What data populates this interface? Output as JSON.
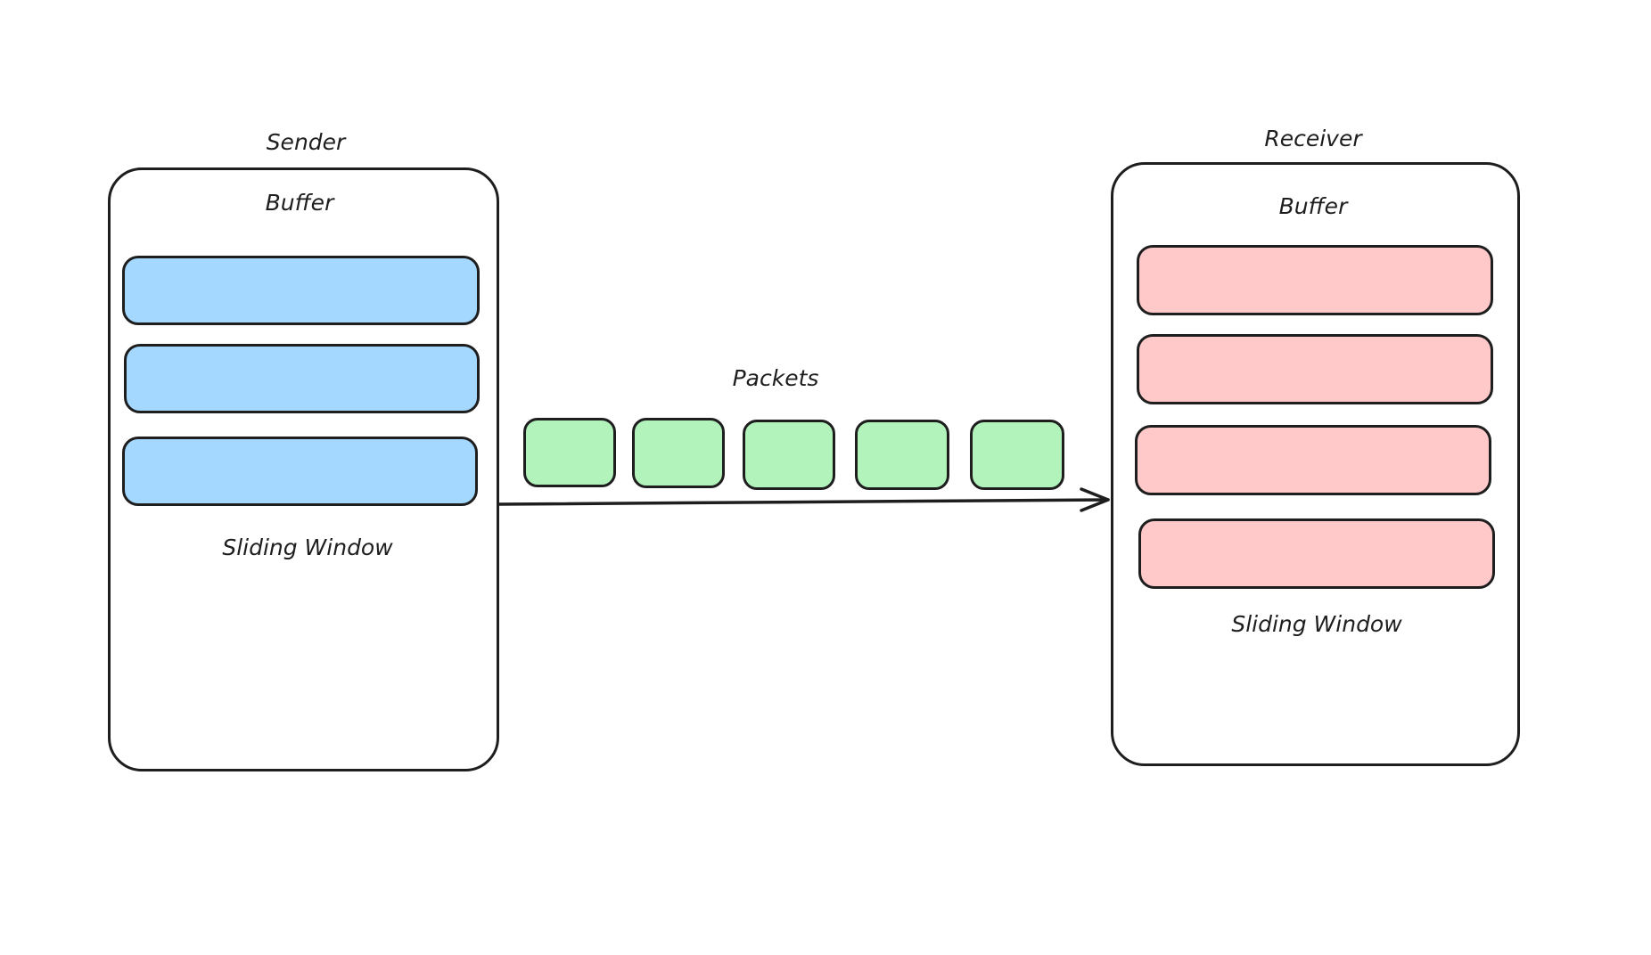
{
  "sender": {
    "title": "Sender",
    "buffer_label": "Buffer",
    "window_label": "Sliding Window",
    "slot_count": 3,
    "slot_color": "#a5d8ff"
  },
  "packets": {
    "label": "Packets",
    "count": 5,
    "color": "#b2f2bb"
  },
  "receiver": {
    "title": "Receiver",
    "buffer_label": "Buffer",
    "window_label": "Sliding Window",
    "slot_count": 4,
    "slot_color": "#ffc9c9"
  },
  "colors": {
    "stroke": "#1e1e1e",
    "background": "#ffffff"
  }
}
